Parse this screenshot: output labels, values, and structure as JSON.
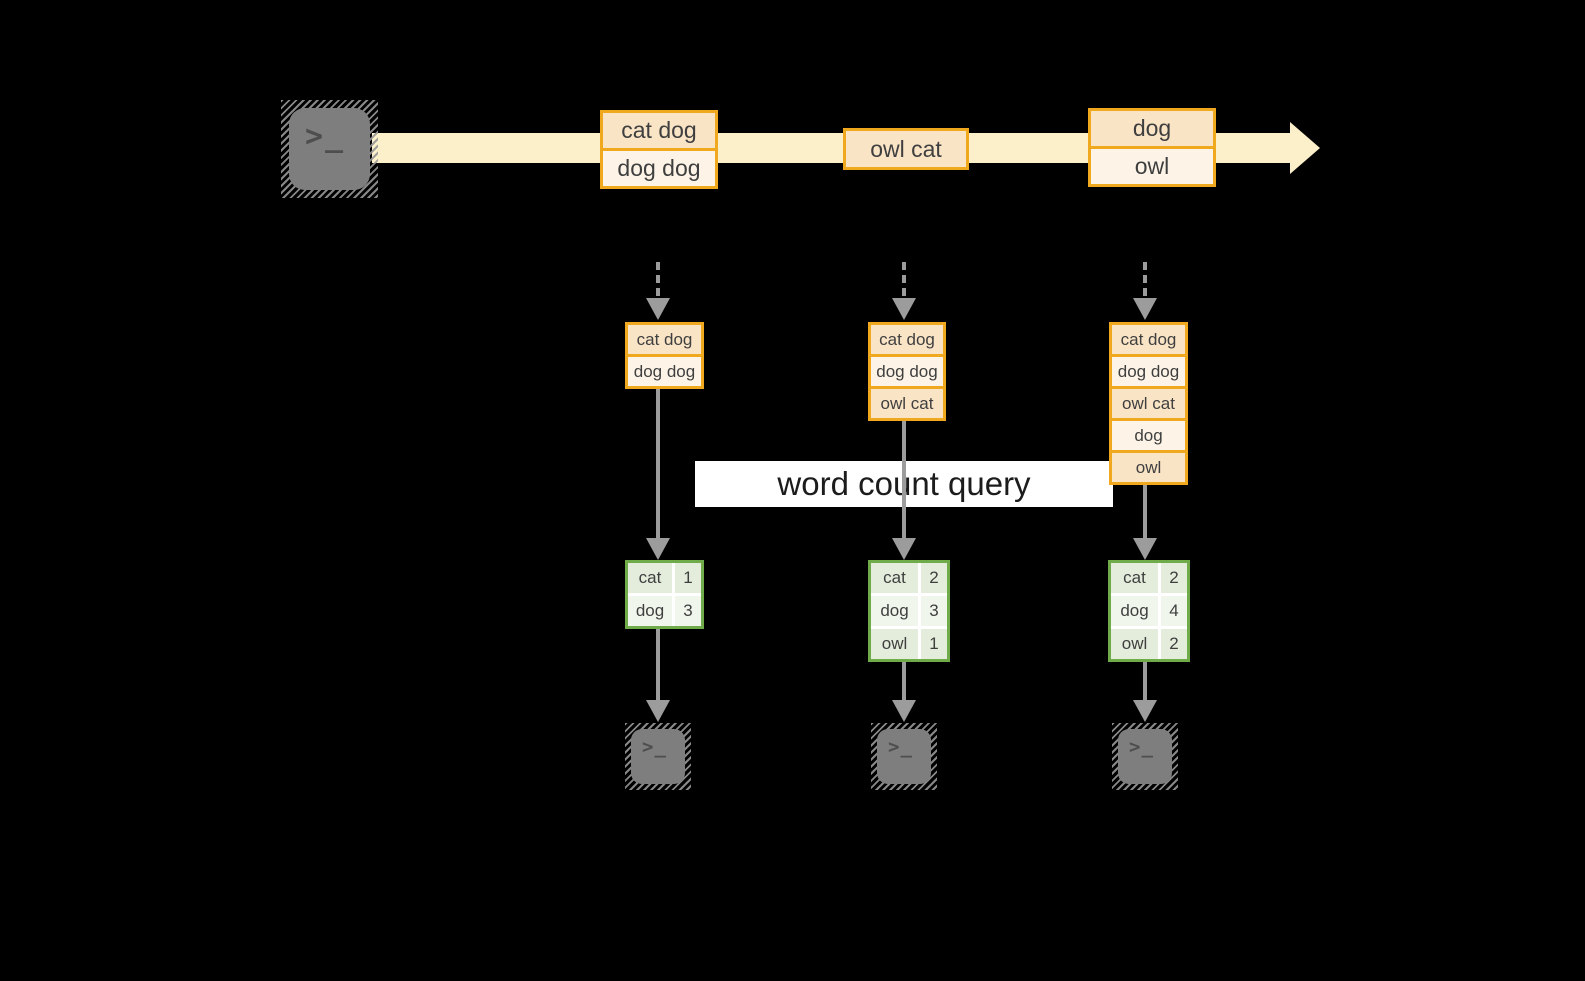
{
  "colors": {
    "background": "#000000",
    "band": "#FBF0C9",
    "orange_border": "#F0A81F",
    "row_dark": "#FAE4C6",
    "row_light": "#FDF4E7",
    "green_border": "#6FAC49",
    "cell_dark": "#E4EDDC",
    "cell_light": "#F1F6EC",
    "arrow_gray": "#9C9C9C",
    "terminal_gray": "#7E7E7E",
    "label_bg": "#FFFFFF",
    "text": "#3F3F3F"
  },
  "icons": {
    "terminal_glyph": ">_"
  },
  "stream": {
    "batches": [
      {
        "rows": [
          "cat dog",
          "dog dog"
        ]
      },
      {
        "rows": [
          "owl cat"
        ]
      },
      {
        "rows": [
          "dog",
          "owl"
        ]
      }
    ]
  },
  "query_label": {
    "text": "word count query"
  },
  "columns": [
    {
      "input_rows": [
        "cat dog",
        "dog dog"
      ],
      "counts": [
        {
          "word": "cat",
          "count": "1"
        },
        {
          "word": "dog",
          "count": "3"
        }
      ]
    },
    {
      "input_rows": [
        "cat dog",
        "dog dog",
        "owl cat"
      ],
      "counts": [
        {
          "word": "cat",
          "count": "2"
        },
        {
          "word": "dog",
          "count": "3"
        },
        {
          "word": "owl",
          "count": "1"
        }
      ]
    },
    {
      "input_rows": [
        "cat dog",
        "dog dog",
        "owl cat",
        "dog",
        "owl"
      ],
      "counts": [
        {
          "word": "cat",
          "count": "2"
        },
        {
          "word": "dog",
          "count": "4"
        },
        {
          "word": "owl",
          "count": "2"
        }
      ]
    }
  ]
}
